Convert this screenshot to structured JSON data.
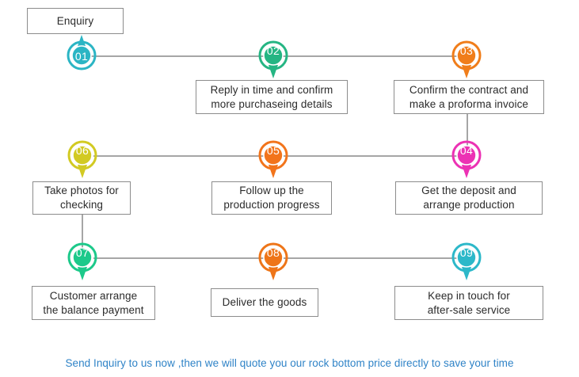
{
  "page": {
    "title": "Order Process Flow Chart",
    "background": "#ffffff",
    "line_color": "#a6a6a6",
    "box_border_color": "#8c8c8c",
    "box_text_color": "#2b2b2b"
  },
  "top_box": {
    "label": "Enquiry"
  },
  "steps": [
    {
      "number": "01",
      "color": "#2bb5c4",
      "pointer": "up",
      "box_text": "Enquiry",
      "box_lines": [
        "Enquiry"
      ]
    },
    {
      "number": "02",
      "color": "#25b583",
      "pointer": "down",
      "box_lines": [
        "Reply in time and confirm",
        "more purchaseing details"
      ]
    },
    {
      "number": "03",
      "color": "#f07d1a",
      "pointer": "down",
      "box_lines": [
        "Confirm the contract and",
        "make a proforma invoice"
      ]
    },
    {
      "number": "04",
      "color": "#ec32b4",
      "pointer": "down",
      "box_lines": [
        "Get the deposit and",
        "arrange production"
      ]
    },
    {
      "number": "05",
      "color": "#f2741b",
      "pointer": "down",
      "box_lines": [
        "Follow up the",
        "production progress"
      ]
    },
    {
      "number": "06",
      "color": "#d2ca22",
      "pointer": "down",
      "box_lines": [
        "Take photos for",
        "checking"
      ]
    },
    {
      "number": "07",
      "color": "#1cc98a",
      "pointer": "down",
      "box_lines": [
        "Customer arrange",
        "the balance payment"
      ]
    },
    {
      "number": "08",
      "color": "#ee7518",
      "pointer": "down",
      "box_lines": [
        "Deliver the goods"
      ]
    },
    {
      "number": "09",
      "color": "#2cb8c9",
      "pointer": "down",
      "box_lines": [
        "Keep in touch for",
        "after-sale service"
      ]
    }
  ],
  "footer": {
    "text": "Send Inquiry to us now ,then we will quote you our rock bottom price directly to save your time",
    "color": "#2f83c7"
  }
}
